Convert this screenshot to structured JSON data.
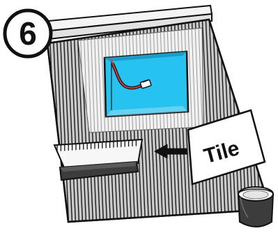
{
  "step": {
    "number": "6"
  },
  "callout": {
    "label": "Tile"
  },
  "icons": {
    "wall": "wall-board",
    "opening": "wall-opening",
    "wire": "electrical-wire",
    "trowel": "notched-trowel-icon",
    "arrow": "left-arrow-icon",
    "bucket": "adhesive-bucket-icon"
  },
  "colors": {
    "opening_fill": "#27c3f0",
    "wall_fill": "#c8c8c8",
    "stripe": "#1a1a1a",
    "outline": "#111111",
    "trowel_base": "#3c3c3c",
    "wire_accent": "#e03a3a"
  }
}
